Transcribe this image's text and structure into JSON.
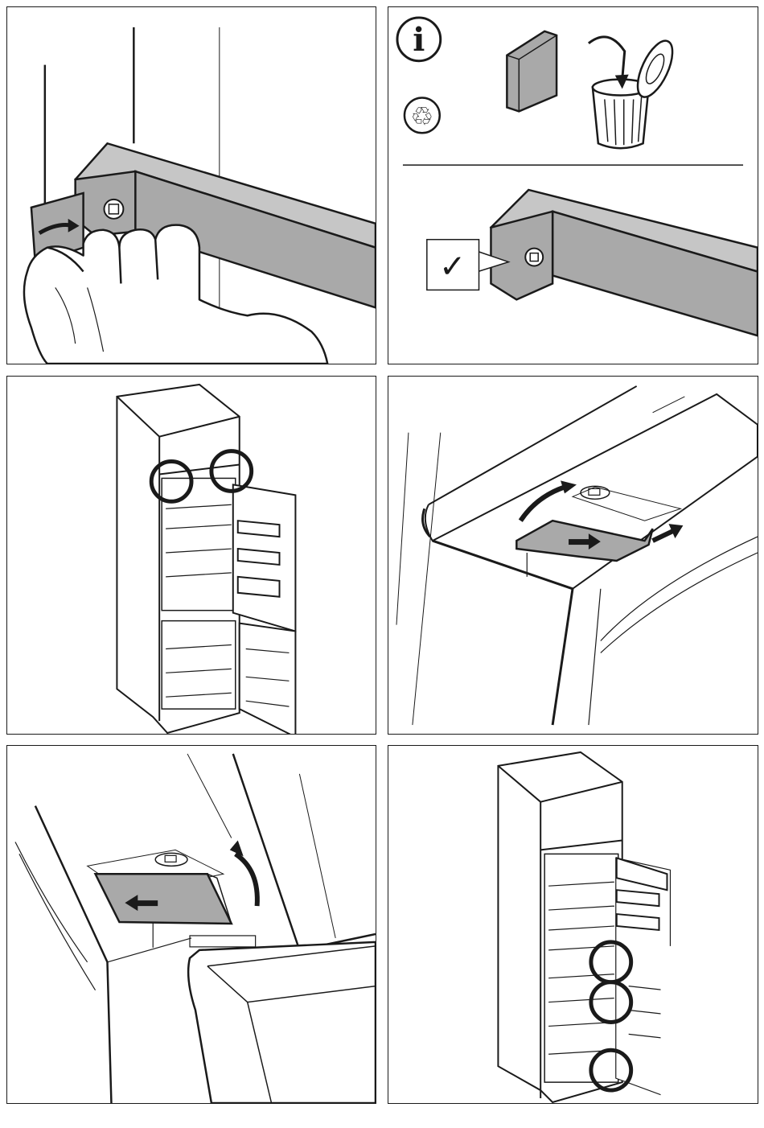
{
  "panels": [
    {
      "name": "step-remove-cover",
      "icons": [
        "hand-icon",
        "cover-strip-icon",
        "arrow-icon",
        "screw-icon"
      ]
    },
    {
      "name": "step-info-recycle",
      "icons": [
        "info-icon",
        "recycle-icon",
        "cover-cap-icon",
        "trash-bin-icon",
        "checkmark-icon"
      ],
      "info_glyph": "i",
      "recycle_glyph": "♲",
      "check_glyph": "✓"
    },
    {
      "name": "step-open-appliance",
      "icons": [
        "refrigerator-icon",
        "highlight-circle-icon"
      ]
    },
    {
      "name": "step-slide-cover",
      "icons": [
        "hinge-cover-icon",
        "arrow-icon",
        "screw-icon"
      ]
    },
    {
      "name": "step-remove-hinge-cover",
      "icons": [
        "hinge-cover-icon",
        "arrow-icon",
        "screw-icon"
      ]
    },
    {
      "name": "step-check-hinges",
      "icons": [
        "refrigerator-icon",
        "highlight-circle-icon"
      ]
    }
  ],
  "colors": {
    "line": "#1a1a1a",
    "part_fill": "#a9a9a9",
    "part_light": "#c6c6c6",
    "background": "#ffffff"
  }
}
